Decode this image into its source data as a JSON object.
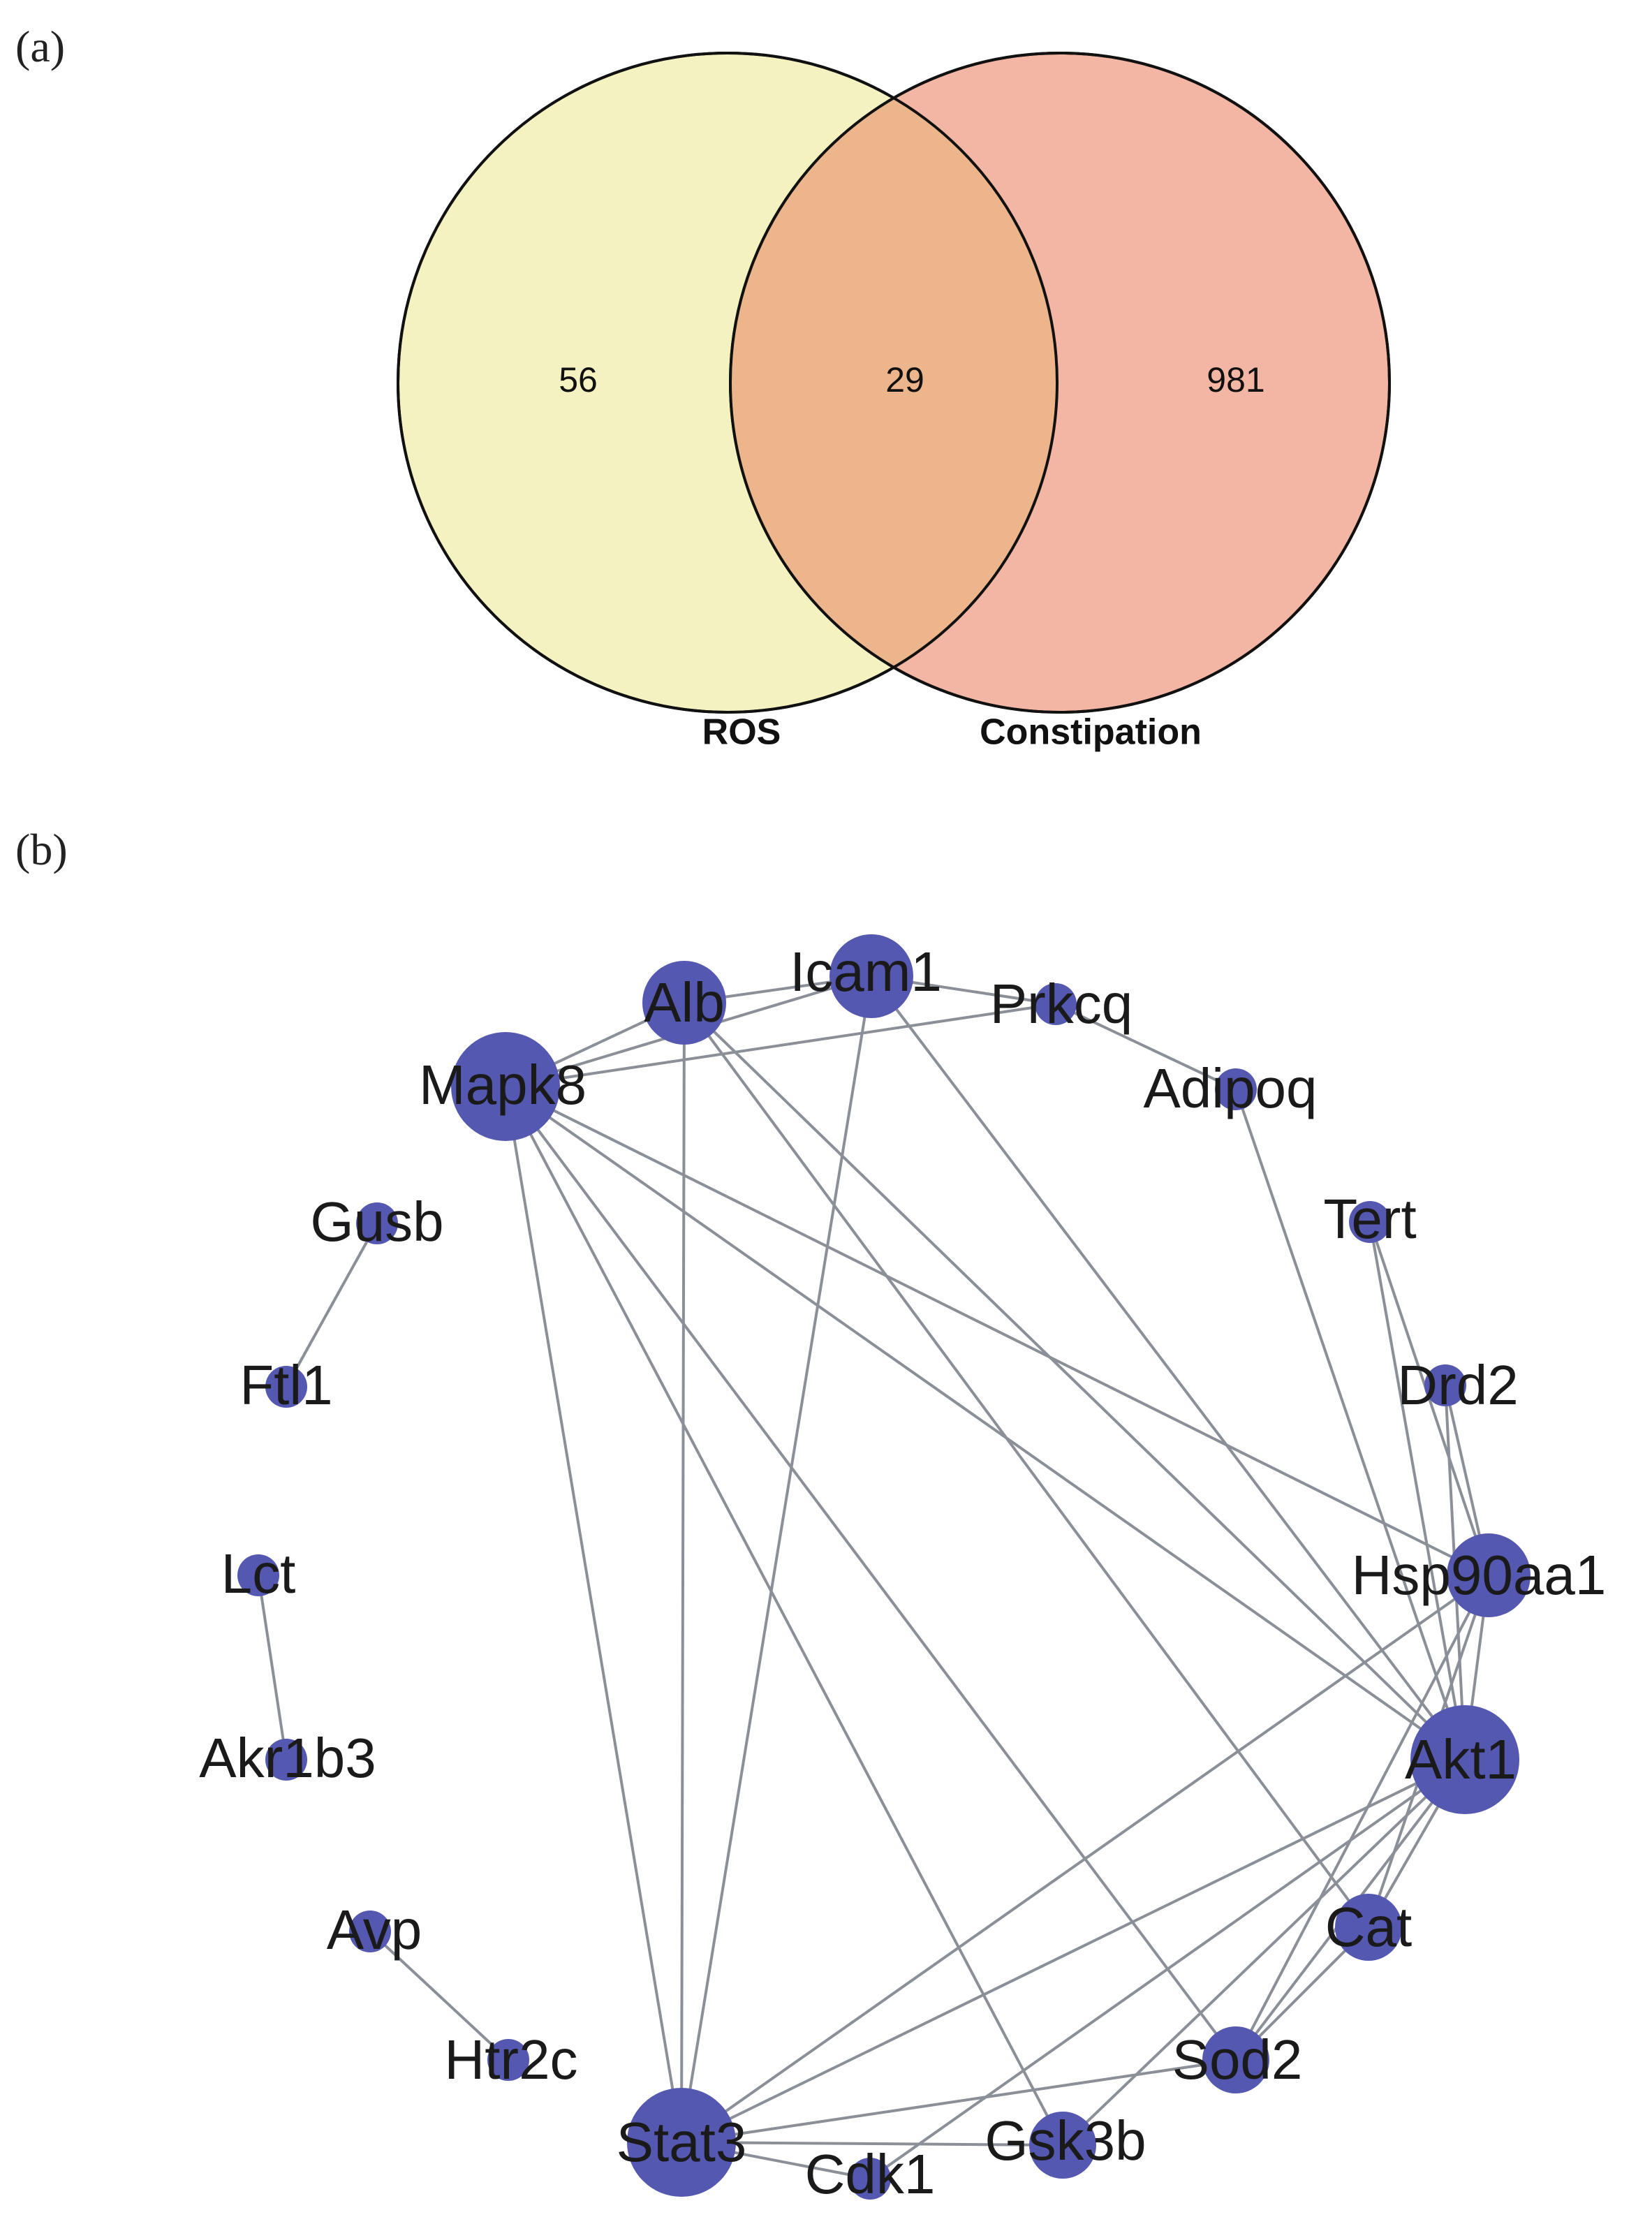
{
  "panels": {
    "a": {
      "label": "(a)"
    },
    "b": {
      "label": "(b)"
    }
  },
  "venn": {
    "sets": [
      {
        "id": "ros",
        "name": "ROS",
        "only_count": "56",
        "fill": "#f5f2c2"
      },
      {
        "id": "constipation",
        "name": "Constipation",
        "only_count": "981",
        "fill": "#f4b6a4"
      }
    ],
    "intersection": {
      "count": "29",
      "fill": "#ecb58c"
    },
    "stroke": "#111111"
  },
  "network": {
    "node_color": "#5558b0",
    "edge_color": "#8a8f98",
    "nodes": [
      {
        "id": "Icam1",
        "label": "Icam1",
        "importance": "large"
      },
      {
        "id": "Prkcq",
        "label": "Prkcq",
        "importance": "small"
      },
      {
        "id": "Adipoq",
        "label": "Adipoq",
        "importance": "small"
      },
      {
        "id": "Tert",
        "label": "Tert",
        "importance": "small"
      },
      {
        "id": "Drd2",
        "label": "Drd2",
        "importance": "small"
      },
      {
        "id": "Hsp90aa1",
        "label": "Hsp90aa1",
        "importance": "large"
      },
      {
        "id": "Akt1",
        "label": "Akt1",
        "importance": "largest"
      },
      {
        "id": "Cat",
        "label": "Cat",
        "importance": "medium"
      },
      {
        "id": "Sod2",
        "label": "Sod2",
        "importance": "medium"
      },
      {
        "id": "Gsk3b",
        "label": "Gsk3b",
        "importance": "medium"
      },
      {
        "id": "Cdk1",
        "label": "Cdk1",
        "importance": "small"
      },
      {
        "id": "Stat3",
        "label": "Stat3",
        "importance": "largest"
      },
      {
        "id": "Htr2c",
        "label": "Htr2c",
        "importance": "small"
      },
      {
        "id": "Avp",
        "label": "Avp",
        "importance": "small"
      },
      {
        "id": "Akr1b3",
        "label": "Akr1b3",
        "importance": "small"
      },
      {
        "id": "Lct",
        "label": "Lct",
        "importance": "small"
      },
      {
        "id": "Ftl1",
        "label": "Ftl1",
        "importance": "small"
      },
      {
        "id": "Gusb",
        "label": "Gusb",
        "importance": "small"
      },
      {
        "id": "Mapk8",
        "label": "Mapk8",
        "importance": "largest"
      },
      {
        "id": "Alb",
        "label": "Alb",
        "importance": "large"
      }
    ],
    "edges": [
      [
        "Mapk8",
        "Alb"
      ],
      [
        "Mapk8",
        "Icam1"
      ],
      [
        "Mapk8",
        "Prkcq"
      ],
      [
        "Mapk8",
        "Stat3"
      ],
      [
        "Mapk8",
        "Hsp90aa1"
      ],
      [
        "Mapk8",
        "Akt1"
      ],
      [
        "Mapk8",
        "Sod2"
      ],
      [
        "Mapk8",
        "Gsk3b"
      ],
      [
        "Alb",
        "Icam1"
      ],
      [
        "Alb",
        "Stat3"
      ],
      [
        "Alb",
        "Akt1"
      ],
      [
        "Alb",
        "Cat"
      ],
      [
        "Icam1",
        "Prkcq"
      ],
      [
        "Icam1",
        "Stat3"
      ],
      [
        "Icam1",
        "Akt1"
      ],
      [
        "Prkcq",
        "Adipoq"
      ],
      [
        "Adipoq",
        "Akt1"
      ],
      [
        "Tert",
        "Akt1"
      ],
      [
        "Tert",
        "Hsp90aa1"
      ],
      [
        "Drd2",
        "Akt1"
      ],
      [
        "Drd2",
        "Hsp90aa1"
      ],
      [
        "Hsp90aa1",
        "Akt1"
      ],
      [
        "Hsp90aa1",
        "Stat3"
      ],
      [
        "Hsp90aa1",
        "Cat"
      ],
      [
        "Hsp90aa1",
        "Sod2"
      ],
      [
        "Akt1",
        "Stat3"
      ],
      [
        "Akt1",
        "Cat"
      ],
      [
        "Akt1",
        "Sod2"
      ],
      [
        "Akt1",
        "Gsk3b"
      ],
      [
        "Akt1",
        "Cdk1"
      ],
      [
        "Cat",
        "Sod2"
      ],
      [
        "Sod2",
        "Stat3"
      ],
      [
        "Stat3",
        "Gsk3b"
      ],
      [
        "Stat3",
        "Cdk1"
      ],
      [
        "Gusb",
        "Ftl1"
      ],
      [
        "Lct",
        "Akr1b3"
      ],
      [
        "Avp",
        "Htr2c"
      ]
    ]
  }
}
